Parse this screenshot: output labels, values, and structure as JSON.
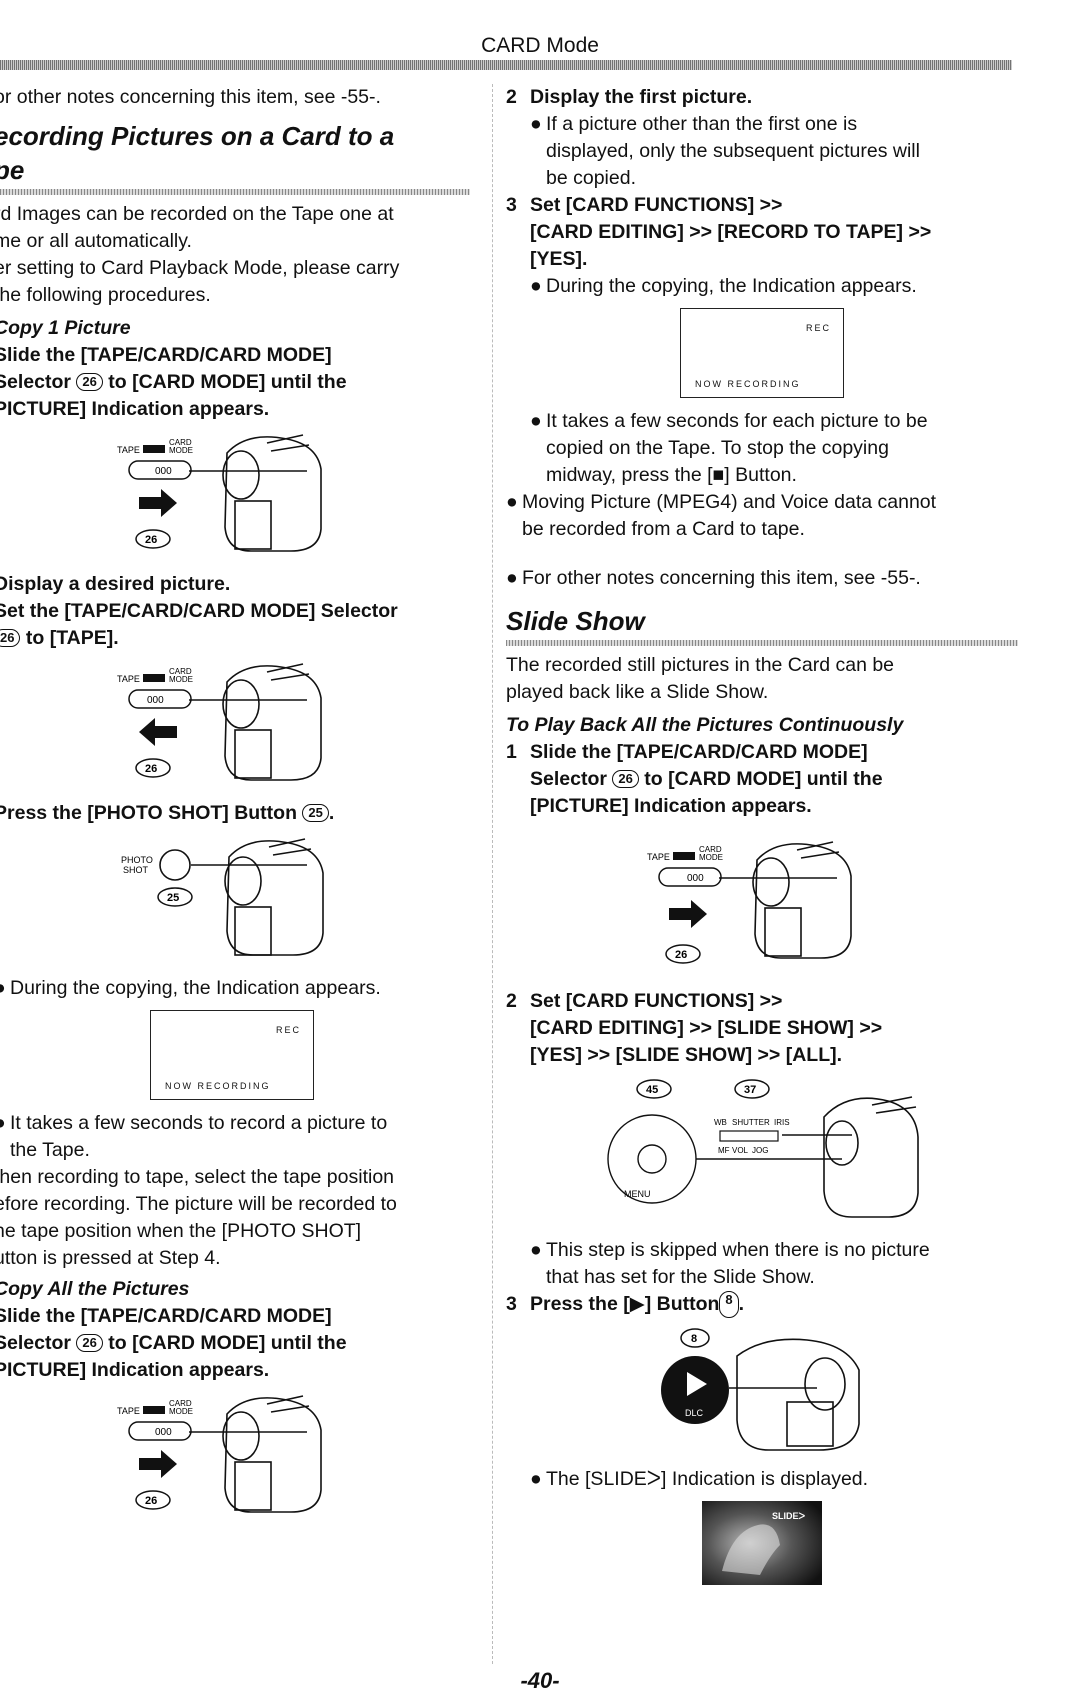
{
  "header": {
    "title": "CARD Mode"
  },
  "left": {
    "note_ref": "or other notes concerning this item, see -55-.",
    "section_title_1": "ecording Pictures on a Card to a",
    "section_title_2": "pe",
    "intro_1": "rd Images can be recorded on the Tape one at",
    "intro_2": "me or all automatically.",
    "intro_3": "er setting to Card Playback Mode, please carry",
    "intro_4": " the following procedures.",
    "sub1": "Copy 1 Picture",
    "s1_l1": "Slide the [TAPE/CARD/CARD MODE]",
    "s1_l2a": "Selector ",
    "s1_l2b": " to [CARD MODE] until the",
    "s1_l3": "PICTURE] Indication appears.",
    "s2": "Display a desired picture.",
    "s3_l1": "Set the [TAPE/CARD/CARD MODE] Selector",
    "s3_l2": " to [TAPE].",
    "s4a": "Press the [PHOTO SHOT] Button ",
    "s4b": ".",
    "bullet_copying": "During the copying, the Indication appears.",
    "bullet_seconds_1": "It takes a few seconds to record a picture to",
    "bullet_seconds_2": "the Tape.",
    "when_1": "/hen recording to tape, select the tape position",
    "when_2": "efore recording. The picture will be recorded to",
    "when_3": "he tape position when the [PHOTO SHOT]",
    "when_4": "utton is pressed at Step 4.",
    "sub2": "Copy All the Pictures",
    "a1_l1": "Slide the [TAPE/CARD/CARD MODE]",
    "a1_l2a": "Selector ",
    "a1_l2b": " to [CARD MODE] until the",
    "a1_l3": "PICTURE] Indication appears."
  },
  "right": {
    "step2_num": "2",
    "step2": "Display the first picture.",
    "b_first_1": "If a picture other than the first one is",
    "b_first_2": "displayed, only the subsequent pictures will",
    "b_first_3": "be copied.",
    "step3_num": "3",
    "step3_l1": "Set [CARD FUNCTIONS] >>",
    "step3_l2": "[CARD EDITING] >> [RECORD TO TAPE] >>",
    "step3_l3": "[YES].",
    "b_copying": "During the copying, the Indication appears.",
    "b_sec_1": "It takes a few seconds for each picture to be",
    "b_sec_2": "copied on the Tape. To stop the copying",
    "b_sec_3": "midway, press the [■] Button.",
    "b_mpeg_1": "Moving Picture (MPEG4) and Voice data cannot",
    "b_mpeg_2": "be recorded from a Card to tape.",
    "b_notes": "For other notes concerning this item, see -55-.",
    "slide_title": "Slide Show",
    "slide_intro_1": "The recorded still pictures in the Card can be",
    "slide_intro_2": "played back like a Slide Show.",
    "slide_sub": "To Play Back All the Pictures Continuously",
    "ss1_num": "1",
    "ss1_l1": "Slide the [TAPE/CARD/CARD MODE]",
    "ss1_l2a": "Selector ",
    "ss1_l2b": " to [CARD MODE] until the",
    "ss1_l3": "[PICTURE] Indication appears.",
    "ss2_num": "2",
    "ss2_l1": "Set [CARD FUNCTIONS] >>",
    "ss2_l2": "[CARD EDITING] >> [SLIDE SHOW] >>",
    "ss2_l3": "[YES] >> [SLIDE SHOW] >> [ALL].",
    "b_skip_1": "This step is skipped when there is no picture",
    "b_skip_2": "that has set for the Slide Show.",
    "ss3_num": "3",
    "ss3a": "Press the [▶] Button ",
    "ss3b": ".",
    "b_slide": "The [SLIDEᐳ] Indication is displayed."
  },
  "lcd": {
    "rec": "REC",
    "now": "NOW RECORDING"
  },
  "callouts": {
    "c26": "26",
    "c25": "25",
    "c45": "45",
    "c37": "37",
    "c8": "8"
  },
  "figure_labels": {
    "tape": "TAPE",
    "card": "CARD",
    "mode": "MODE",
    "counter": "000",
    "photo": "PHOTO",
    "shot": "SHOT",
    "wb": "WB",
    "shutter": "SHUTTER",
    "iris": "IRIS",
    "mf": "MF",
    "vol": "VOL",
    "jog": "JOG",
    "menu": "MENU",
    "dlc": "DLC",
    "slide_tag": "SLIDEᐳ"
  },
  "bullet_glyph": "●",
  "footer": {
    "page_number": "-40-"
  }
}
